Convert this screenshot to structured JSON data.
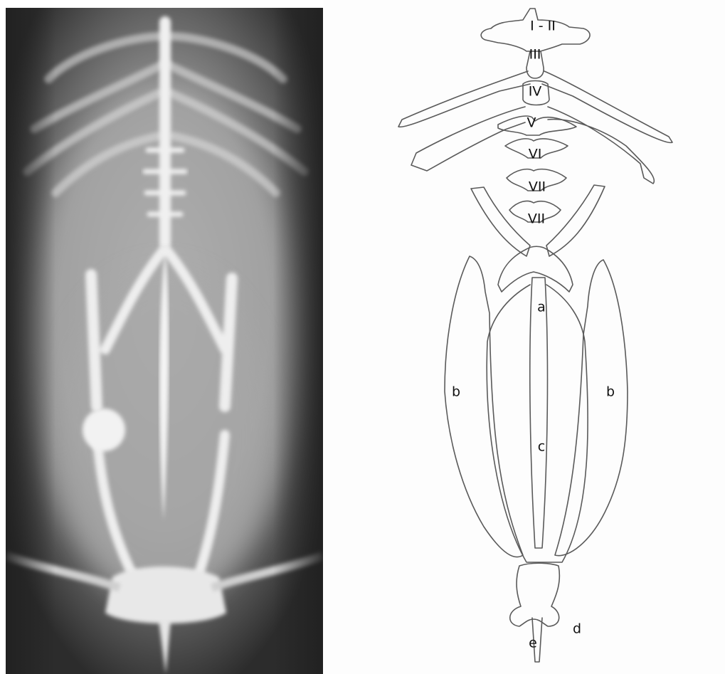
{
  "figure": {
    "left_panel": "radiograph",
    "right_panel": "line-drawing",
    "vertebra_labels": {
      "v1_2": "I - II",
      "v3": "III",
      "v4": "IV",
      "v5": "V",
      "v6": "VI",
      "v7": "VII",
      "v8": "VII"
    },
    "part_labels": {
      "a": "a",
      "b_left": "b",
      "b_right": "b",
      "c": "c",
      "d": "d",
      "e": "e"
    },
    "colors": {
      "xray_background": "#3a3a3a",
      "bone": "#f2f2f2",
      "line_art": "#5a5a5a"
    }
  }
}
